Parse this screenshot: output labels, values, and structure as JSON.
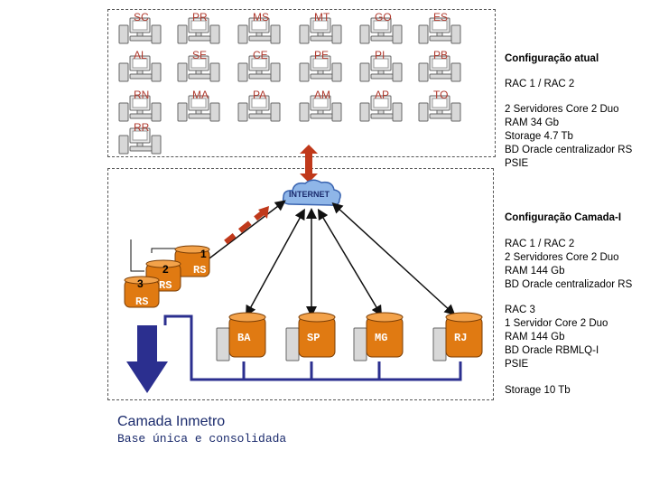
{
  "top_states": [
    "SC",
    "PR",
    "MS",
    "MT",
    "GO",
    "ES",
    "AL",
    "SE",
    "CE",
    "PE",
    "PI",
    "PB",
    "RN",
    "MA",
    "PA",
    "AM",
    "AP",
    "TO",
    "RR"
  ],
  "cloud_label": "INTERNET",
  "current_config": {
    "title": "Configuração atual",
    "lines": [
      "RAC 1 / RAC 2",
      "2 Servidores Core 2 Duo",
      "RAM 34 Gb",
      "Storage 4.7 Tb",
      "BD Oracle centralizador RS",
      "PSIE"
    ]
  },
  "layer_config": {
    "title": "Configuração Camada-I",
    "block1": [
      "RAC 1 / RAC 2",
      "2 Servidores Core 2 Duo",
      "RAM 144 Gb",
      "BD Oracle centralizador RS"
    ],
    "block2": [
      "RAC 3",
      "1 Servidor Core 2 Duo",
      "RAM 144 Gb",
      "BD Oracle RBMLQ-I",
      "PSIE"
    ],
    "storage": "Storage 10 Tb"
  },
  "rs_cluster": {
    "nums": [
      "1",
      "2",
      "3"
    ],
    "label": "RS"
  },
  "databases": [
    "BA",
    "SP",
    "MG",
    "RJ"
  ],
  "inmetro": {
    "title": "Camada Inmetro",
    "subtitle": "Base única e consolidada"
  },
  "colors": {
    "accent_red": "#c0391b",
    "db_orange": "#e07a12",
    "arrow_blue": "#2b2f8f",
    "label_red": "#b03a2e"
  }
}
